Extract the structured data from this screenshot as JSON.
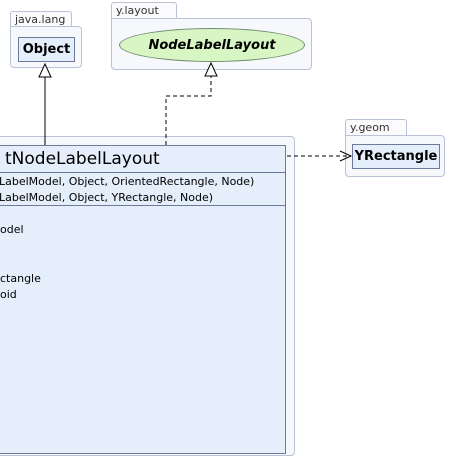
{
  "packages": {
    "java_lang": "java.lang",
    "y_layout": "y.layout",
    "y_geom": "y.geom"
  },
  "classes": {
    "object": "Object",
    "node_label_layout": "NodeLabelLayout",
    "yrectangle": "YRectangle",
    "main_title": "tNodeLabelLayout"
  },
  "constructors": [
    "LabelModel, Object, OrientedRectangle, Node)",
    "LabelModel, Object, YRectangle, Node)"
  ],
  "members": [
    "odel",
    "ctangle",
    "oid"
  ],
  "colors": {
    "class_fill": "#e5eefb",
    "interface_fill": "#d8f5c4",
    "package_border": "#b9c2d9"
  }
}
